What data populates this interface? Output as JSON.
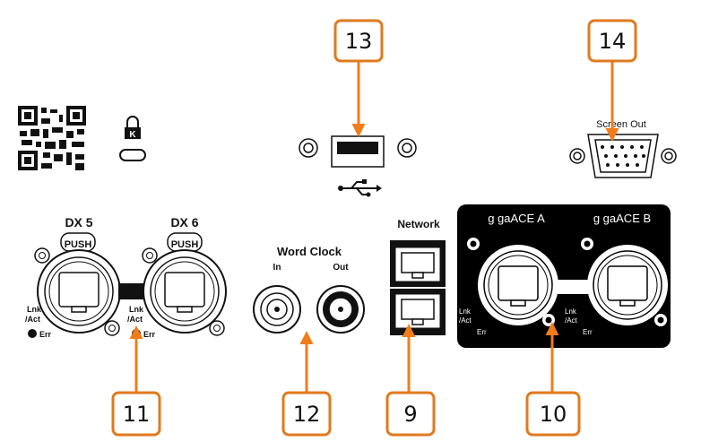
{
  "labels": {
    "screen_out": "Screen Out",
    "dx5": "DX 5",
    "dx6": "DX 6",
    "push": "PUSH",
    "word_clock": "Word Clock",
    "in": "In",
    "out": "Out",
    "network": "Network",
    "gigaace_a": "g gaACE A",
    "gigaace_b": "g gaACE B",
    "lnk_act_1": "Lnk",
    "lnk_act_2": "/Act",
    "err": "Err"
  },
  "callouts": {
    "c9": "9",
    "c10": "10",
    "c11": "11",
    "c12": "12",
    "c13": "13",
    "c14": "14"
  },
  "colors": {
    "callout_border": "#e07a1f",
    "arrow": "#f07d1a",
    "panel_black": "#000000"
  }
}
